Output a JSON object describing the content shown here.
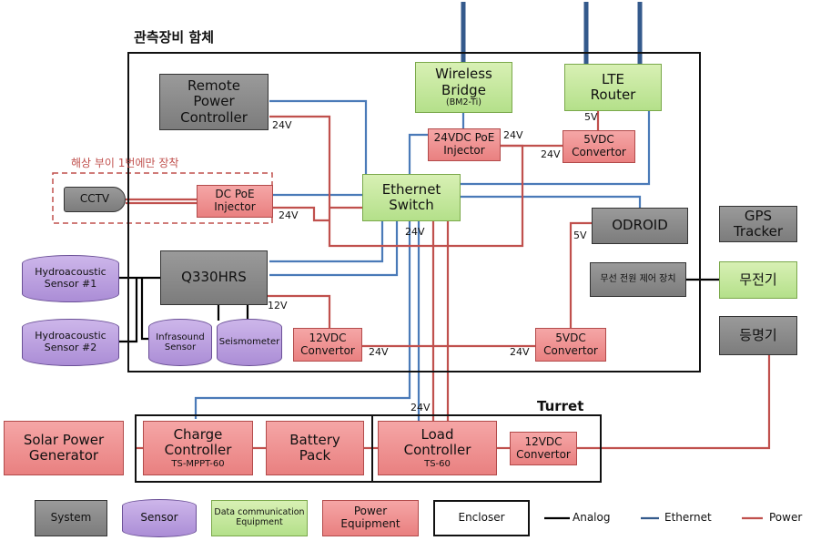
{
  "enclosure_title": "관측장비 함체",
  "turret_title": "Turret",
  "buoy_note": "해상 부이 1번에만 장착",
  "boxes": {
    "remote_power_controller": "Remote\nPower\nController",
    "wireless_bridge": "Wireless\nBridge",
    "wireless_bridge_model": "(BM2-Ti)",
    "lte_router": "LTE\nRouter",
    "poe_injector_24vdc": "24VDC PoE\nInjector",
    "convertor_5vdc_top": "5VDC\nConvertor",
    "cctv": "CCTV",
    "dc_poe_injector": "DC PoE\nInjector",
    "ethernet_switch": "Ethernet\nSwitch",
    "odroid": "ODROID",
    "gps_tracker": "GPS\nTracker",
    "wireless_power_control": "무선 전원 제어 장치",
    "radio": "무전기",
    "beacon_light": "등명기",
    "hydroacoustic_1": "Hydroacoustic\nSensor #1",
    "hydroacoustic_2": "Hydroacoustic\nSensor #2",
    "q330hrs": "Q330HRS",
    "infrasound": "Infrasound\nSensor",
    "seismometer": "Seismometer",
    "convertor_12vdc_mid": "12VDC\nConvertor",
    "convertor_5vdc_bottom": "5VDC\nConvertor",
    "solar_power_generator": "Solar Power\nGenerator",
    "charge_controller": "Charge\nController",
    "charge_controller_model": "TS-MPPT-60",
    "battery_pack": "Battery\nPack",
    "load_controller": "Load\nController",
    "load_controller_model": "TS-60",
    "convertor_12vdc_turret": "12VDC\nConvertor"
  },
  "voltage_labels": {
    "rpc_24v": "24V",
    "lte_5v": "5V",
    "poe_24v": "24V",
    "conv5_24v": "24V",
    "dcpoe_24v": "24V",
    "switch_24v": "24V",
    "odroid_5v": "5V",
    "q330_12v": "12V",
    "conv12_24v": "24V",
    "conv5b_24v": "24V",
    "turret_24v": "24V"
  },
  "legend": {
    "system": "System",
    "sensor": "Sensor",
    "data_comm": "Data communication\nEquipment",
    "power_equipment": "Power\nEquipment",
    "encloser": "Encloser",
    "analog": "Analog",
    "ethernet": "Ethernet",
    "power": "Power"
  },
  "colors": {
    "analog": "#000000",
    "ethernet": "#4a7ab8",
    "power": "#c0504d",
    "system": "#8c8c8c",
    "sensor": "#b49ae0",
    "data_comm": "#c4e89e",
    "power_equipment": "#ef9090",
    "note": "#c0504d"
  }
}
